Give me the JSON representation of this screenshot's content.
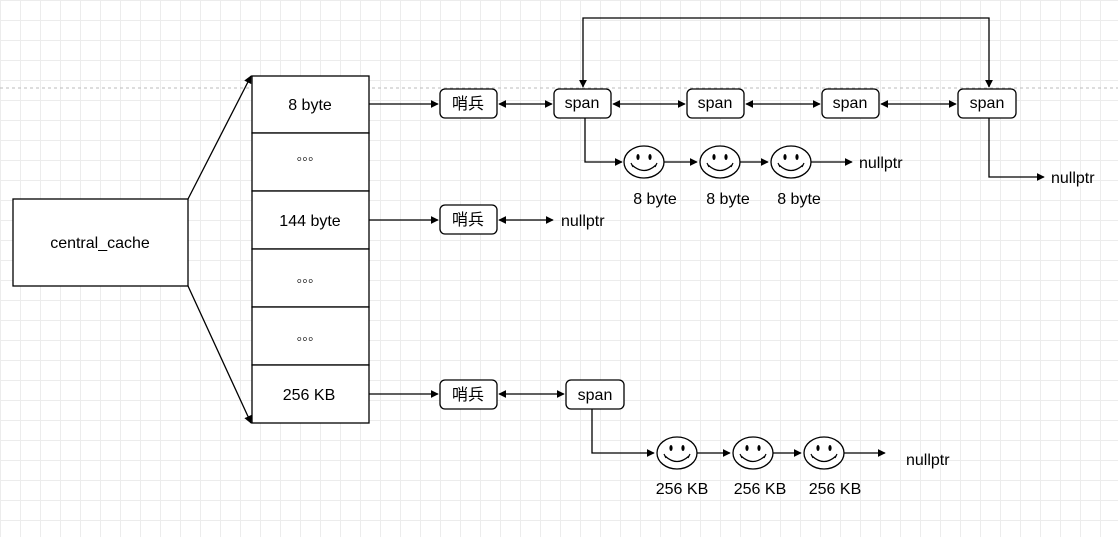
{
  "central": {
    "label": "central_cache"
  },
  "buckets": [
    {
      "label": "8 byte"
    },
    {
      "label": "◦◦◦"
    },
    {
      "label": "144 byte"
    },
    {
      "label": "◦◦◦"
    },
    {
      "label": "◦◦◦"
    },
    {
      "label": "256 KB"
    }
  ],
  "rows": [
    {
      "sentinel": "哨兵",
      "spans": [
        "span",
        "span",
        "span",
        "span"
      ],
      "objects": [
        "8 byte",
        "8 byte",
        "8 byte"
      ],
      "object_end": "nullptr",
      "list_end": "nullptr"
    },
    {
      "sentinel": "哨兵",
      "list_end": "nullptr"
    },
    {
      "sentinel": "哨兵",
      "spans": [
        "span"
      ],
      "objects": [
        "256 KB",
        "256 KB",
        "256 KB"
      ],
      "object_end": "nullptr"
    }
  ],
  "icons": {
    "memory_object": "smiley-icon"
  }
}
